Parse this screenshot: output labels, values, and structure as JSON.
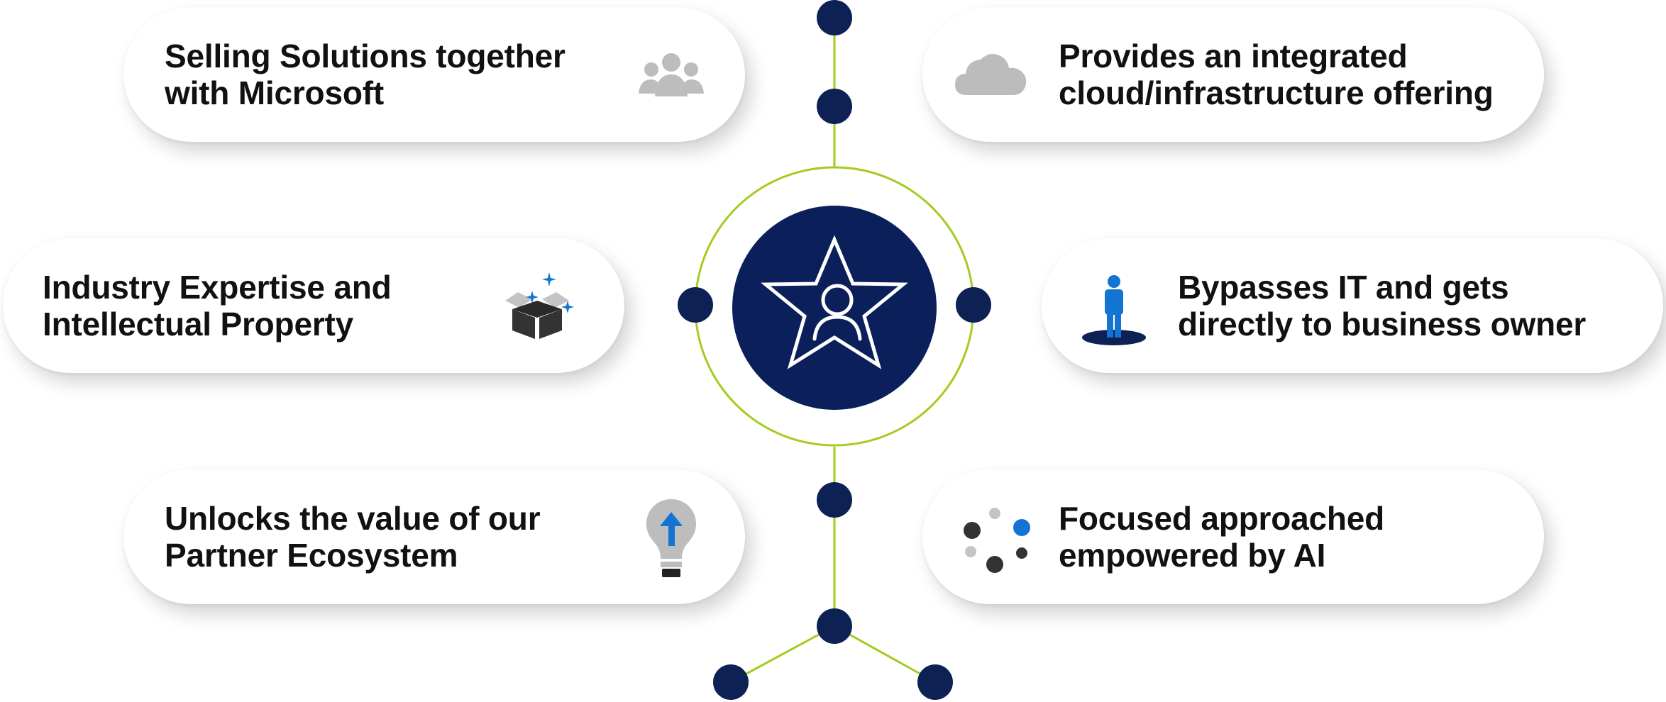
{
  "cards": [
    {
      "id": "selling-solutions",
      "lines": [
        "Selling Solutions together",
        "with Microsoft"
      ],
      "icon": "people-group-icon"
    },
    {
      "id": "cloud-offering",
      "lines": [
        "Provides an integrated",
        "cloud/infrastructure offering"
      ],
      "icon": "cloud-icon"
    },
    {
      "id": "industry-expertise",
      "lines": [
        "Industry Expertise and",
        "Intellectual Property"
      ],
      "icon": "open-box-sparkle-icon"
    },
    {
      "id": "bypasses-it",
      "lines": [
        "Bypasses IT and gets",
        "directly to business owner"
      ],
      "icon": "person-on-platform-icon"
    },
    {
      "id": "partner-ecosystem",
      "lines": [
        "Unlocks the value of our",
        "Partner Ecosystem"
      ],
      "icon": "lightbulb-arrow-icon"
    },
    {
      "id": "focused-ai",
      "lines": [
        "Focused approached",
        "empowered by AI"
      ],
      "icon": "scattered-dots-icon"
    }
  ],
  "center": {
    "icon": "star-person-icon"
  },
  "colors": {
    "navy": "#0d2154",
    "hub": "#0b1f5b",
    "lime": "#a3cc1e",
    "blue": "#1474d4",
    "gray": "#b9b9b9",
    "dark": "#333333",
    "text": "#111111"
  }
}
